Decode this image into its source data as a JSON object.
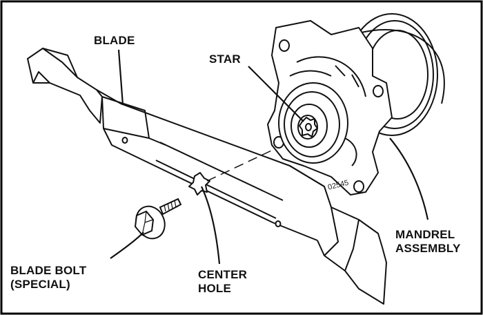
{
  "labels": {
    "blade": "BLADE",
    "star": "STAR",
    "mandrel_line1": "MANDREL",
    "mandrel_line2": "ASSEMBLY",
    "bolt_line1": "BLADE BOLT",
    "bolt_line2": "(SPECIAL)",
    "center_line1": "CENTER",
    "center_line2": "HOLE"
  },
  "part_number": "02545"
}
